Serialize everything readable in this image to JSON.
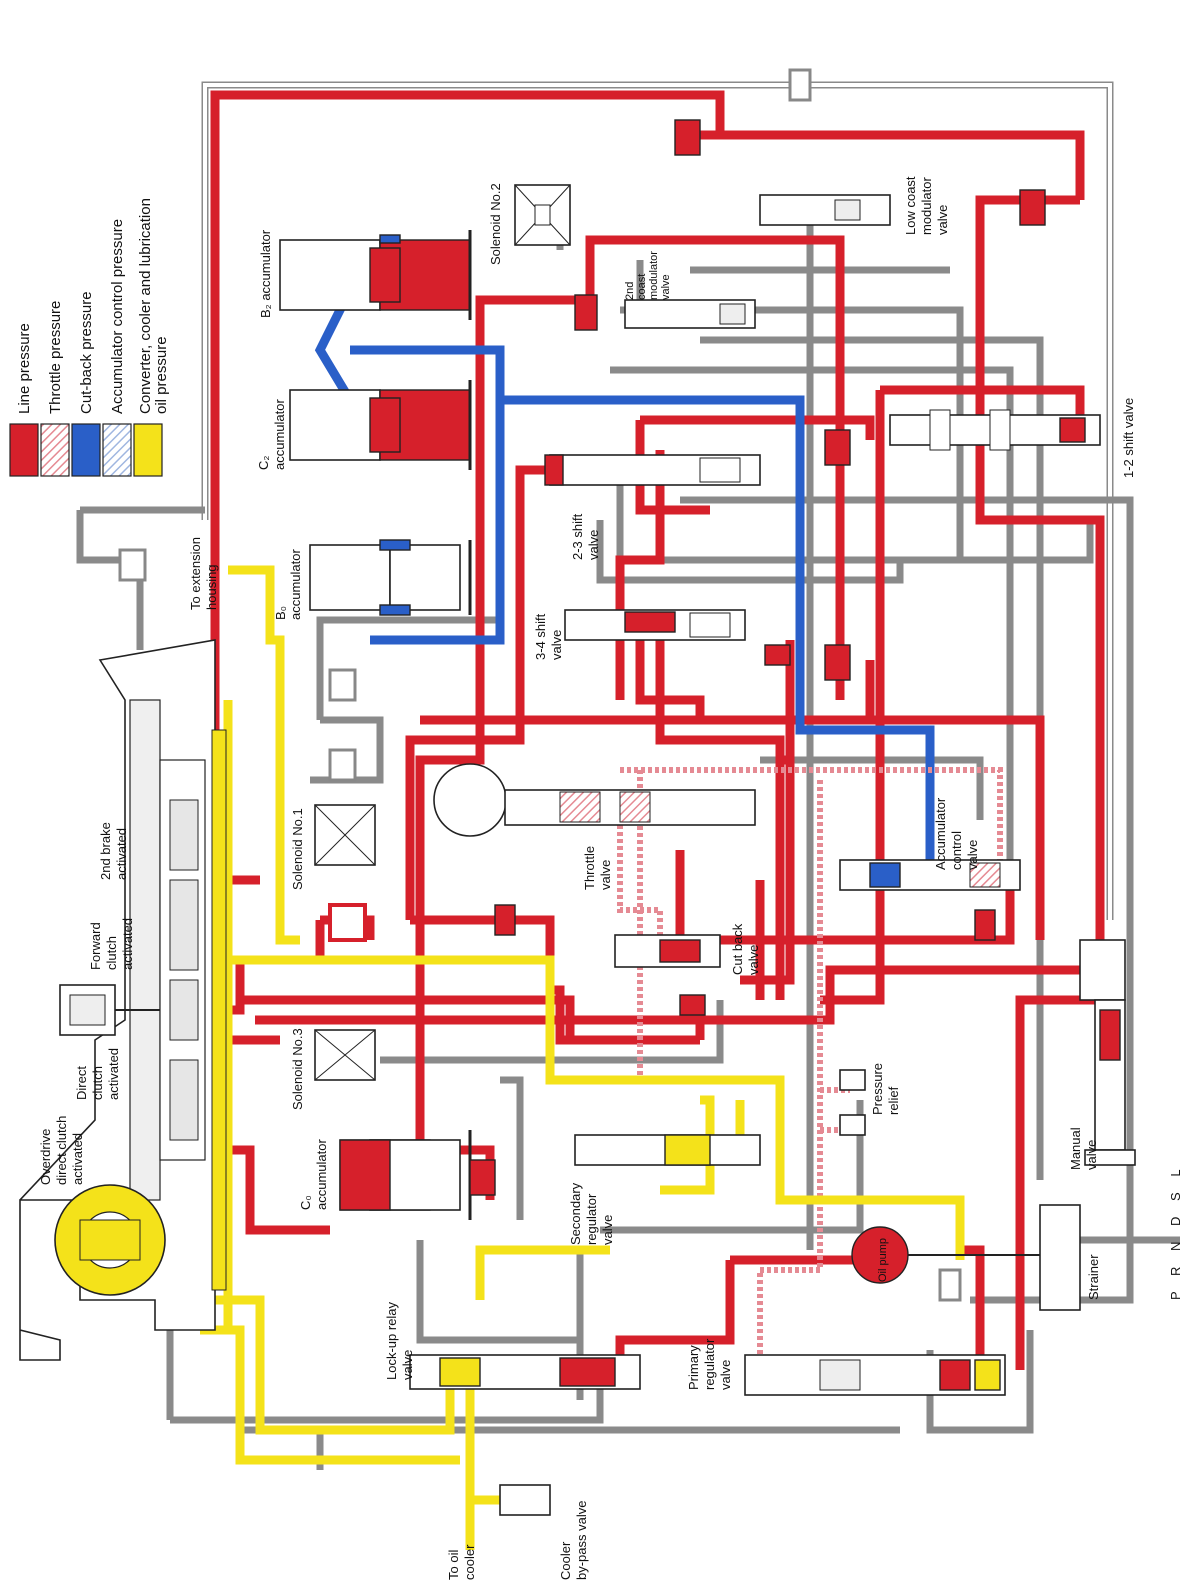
{
  "legend": {
    "items": [
      {
        "label": "Line pressure",
        "color": "#d6202b",
        "pattern": "solid"
      },
      {
        "label": "Throttle pressure",
        "color": "#e58a93",
        "pattern": "hatch"
      },
      {
        "label": "Cut-back pressure",
        "color": "#2a5fc8",
        "pattern": "solid"
      },
      {
        "label": "Accumulator control pressure",
        "color": "#9fb6e0",
        "pattern": "hatch"
      },
      {
        "label": "Converter, cooler and lubrication",
        "label2": "oil pressure",
        "color": "#f4e21a",
        "pattern": "solid"
      }
    ]
  },
  "components": {
    "b2_accumulator": "B₂ accumulator",
    "c2_accumulator_1": "C₂",
    "c2_accumulator_2": "accumulator",
    "b0_accumulator_1": "B₀",
    "b0_accumulator_2": "accumulator",
    "solenoid_2": "Solenoid No.2",
    "solenoid_1": "Solenoid No.1",
    "solenoid_3": "Solenoid No.3",
    "c0_accumulator_1": "C₀",
    "c0_accumulator_2": "accumulator",
    "low_coast_1": "Low coast",
    "low_coast_2": "modulator",
    "low_coast_3": "valve",
    "coast_2nd_1": "2nd",
    "coast_2nd_2": "coast",
    "coast_2nd_3": "modulator",
    "coast_2nd_4": "valve",
    "shift_12": "1-2 shift valve",
    "shift_23_1": "2-3 shift",
    "shift_23_2": "valve",
    "shift_34_1": "3-4 shift",
    "shift_34_2": "valve",
    "ext_housing_1": "To extension",
    "ext_housing_2": "housing",
    "brake_2nd_1": "2nd brake",
    "brake_2nd_2": "activated",
    "fwd_clutch_1": "Forward",
    "fwd_clutch_2": "clutch",
    "fwd_clutch_3": "activated",
    "direct_clutch_1": "Direct",
    "direct_clutch_2": "clutch",
    "direct_clutch_3": "activated",
    "od_clutch_1": "Overdrive",
    "od_clutch_2": "direct clutch",
    "od_clutch_3": "activated",
    "throttle_1": "Throttle",
    "throttle_2": "valve",
    "cutback_1": "Cut back",
    "cutback_2": "valve",
    "acc_ctrl_1": "Accumulator",
    "acc_ctrl_2": "control",
    "acc_ctrl_3": "valve",
    "pressure_relief_1": "Pressure",
    "pressure_relief_2": "relief",
    "secondary_1": "Secondary",
    "secondary_2": "regulator",
    "secondary_3": "valve",
    "manual_1": "Manual",
    "manual_2": "valve",
    "gear_positions": "P R N D S L",
    "oil_pump": "Oil pump",
    "strainer": "Strainer",
    "lockup_1": "Lock-up relay",
    "lockup_2": "valve",
    "primary_1": "Primary",
    "primary_2": "regulator",
    "primary_3": "valve",
    "to_cooler_1": "To oil",
    "to_cooler_2": "cooler",
    "cooler_bypass_1": "Cooler",
    "cooler_bypass_2": "by-pass valve"
  }
}
